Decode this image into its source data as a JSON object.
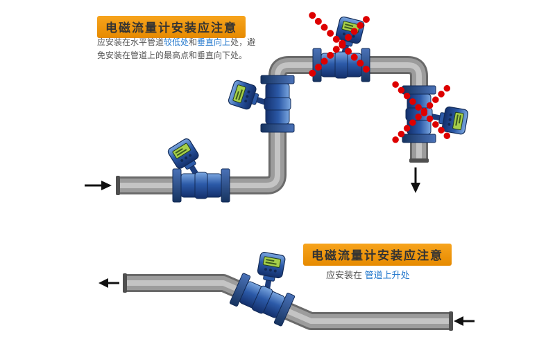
{
  "colors": {
    "title_bg": "#f7a41d",
    "title_bg_dark": "#e68a00",
    "title_text": "#333333",
    "body_text": "#555555",
    "link_text": "#2277cc",
    "error_red": "#dd0000",
    "meter_blue": "#2c5aa8",
    "pipe_gray": "#9c9c9c"
  },
  "top_panel": {
    "title": "电磁流量计安装应注意",
    "desc": [
      {
        "text": "应安装在水平管道",
        "style": "normal"
      },
      {
        "text": "较低处",
        "style": "link"
      },
      {
        "text": "和",
        "style": "normal"
      },
      {
        "text": "垂直向上",
        "style": "link"
      },
      {
        "text": "处，避免安装在管道上的最高点和垂直向下处。",
        "style": "normal"
      }
    ]
  },
  "bottom_panel": {
    "title": "电磁流量计安装应注意",
    "desc": [
      {
        "text": "应安装在 ",
        "style": "normal"
      },
      {
        "text": "管道上升处",
        "style": "link"
      }
    ]
  },
  "icons": {
    "flowmeter": "electromagnetic-flowmeter",
    "red_x": "incorrect-installation-mark",
    "arrow": "flow-direction-arrow"
  }
}
